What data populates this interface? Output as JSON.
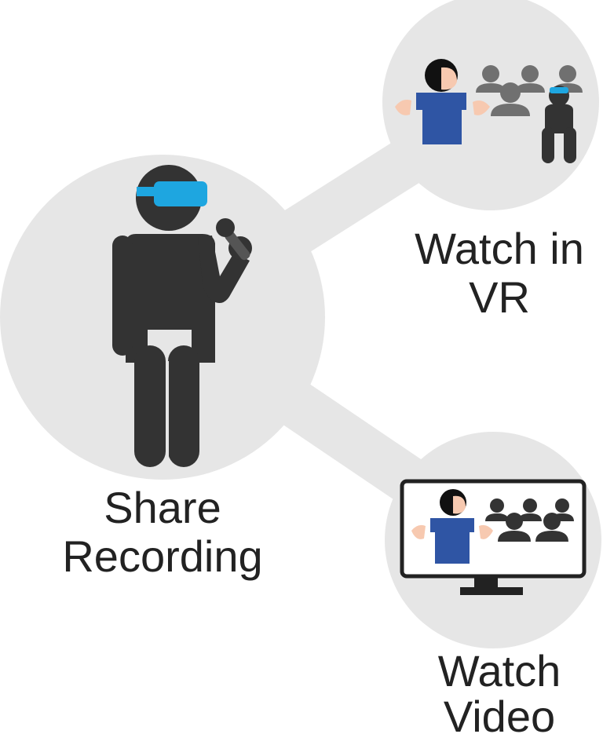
{
  "colors": {
    "circle_fill": "#e6e6e6",
    "connector": "#e6e6e6",
    "figure_dark": "#333333",
    "audience_gray": "#707070",
    "headset_blue": "#1ea6e0",
    "presenter_shirt": "#2f55a4",
    "skin": "#f7c9b0",
    "monitor_frame": "#222222"
  },
  "nodes": {
    "share": {
      "label_line1": "Share",
      "label_line2": "Recording",
      "icon": "vr-presenter-with-microphone-icon"
    },
    "vr": {
      "label_line1": "Watch in",
      "label_line2": "VR",
      "icon": "vr-audience-scene-icon"
    },
    "video": {
      "label_line1": "Watch",
      "label_line2": "Video",
      "icon": "monitor-video-icon"
    }
  }
}
